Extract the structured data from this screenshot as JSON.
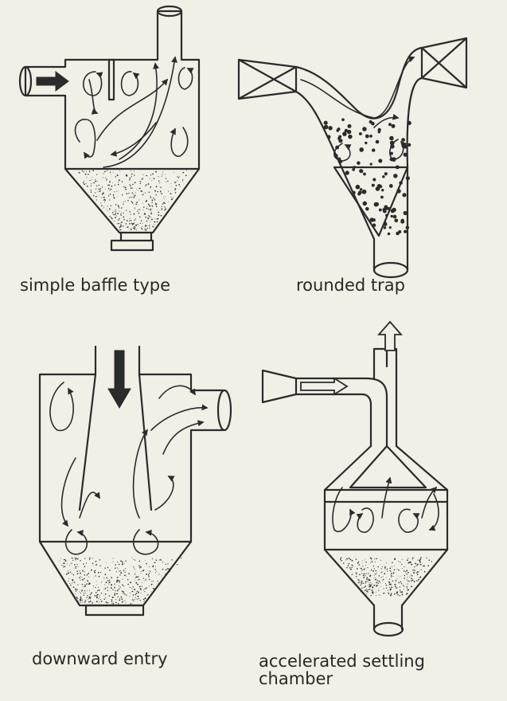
{
  "diagrams": [
    {
      "caption": "simple baffle type"
    },
    {
      "caption": "rounded trap"
    },
    {
      "caption": "downward entry"
    },
    {
      "caption_line1": "accelerated settling",
      "caption_line2": "chamber"
    }
  ],
  "colors": {
    "paper": "#f1efe6",
    "ink": "#2b2b2b"
  }
}
